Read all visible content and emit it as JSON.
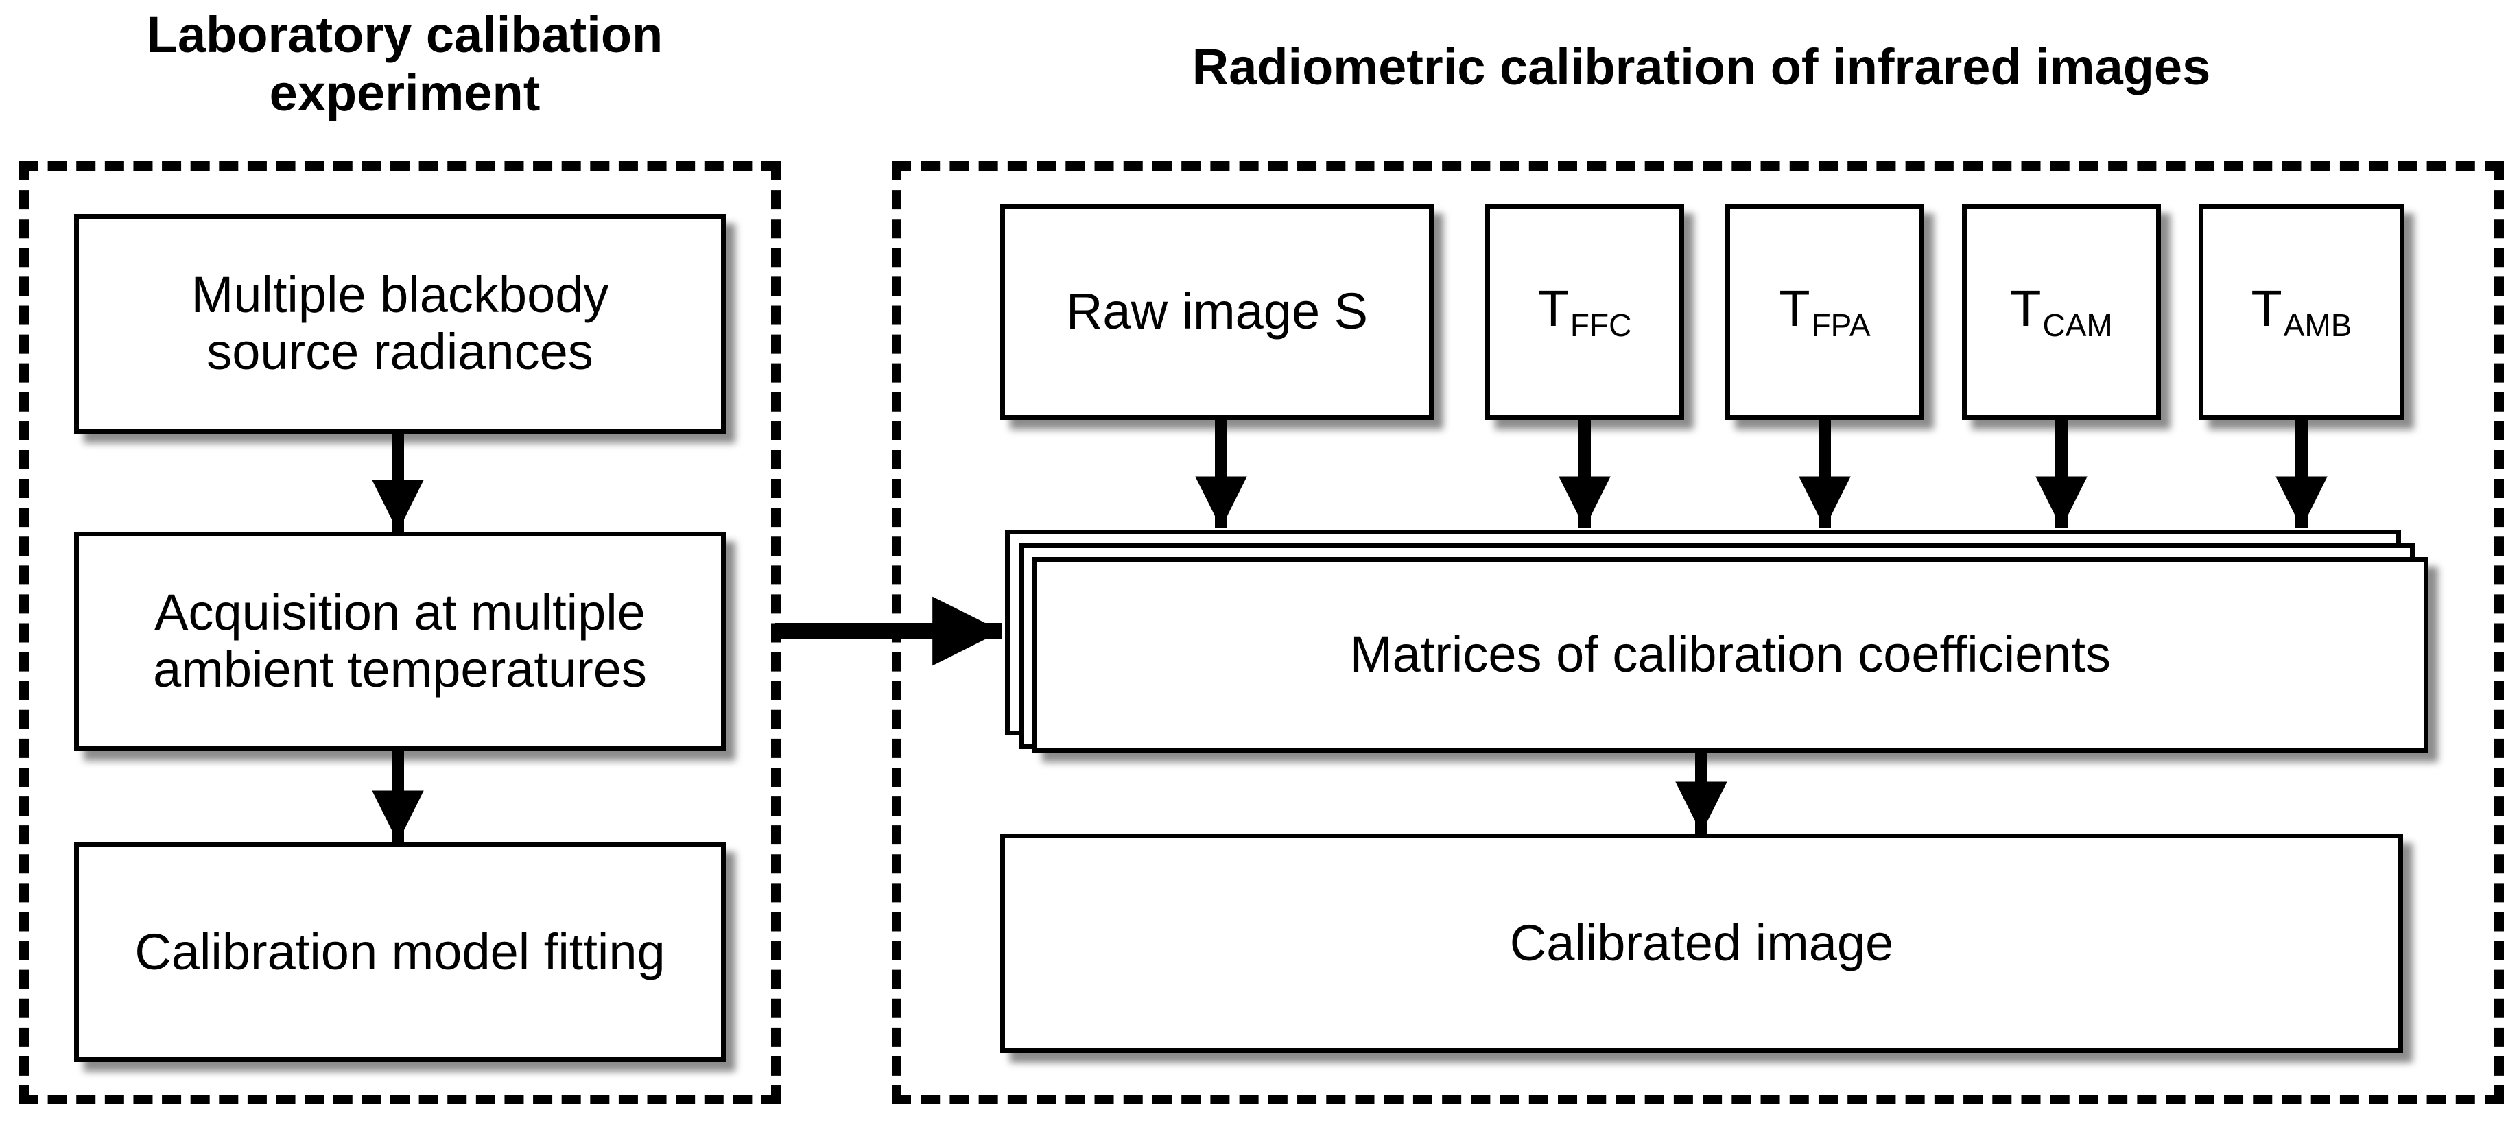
{
  "left_title_line1": "Laboratory calibation",
  "left_title_line2": "experiment",
  "right_title": "Radiometric calibration of infrared images",
  "lab": {
    "box1_line1": "Multiple blackbody",
    "box1_line2": "source radiances",
    "box2_line1": "Acquisition at multiple",
    "box2_line2": "ambient temperatures",
    "box3": "Calibration model fitting"
  },
  "inputs": {
    "raw": "Raw image S",
    "t_ffc_main": "T",
    "t_ffc_sub": "FFC",
    "t_fpa_main": "T",
    "t_fpa_sub": "FPA",
    "t_cam_main": "T",
    "t_cam_sub": "CAM",
    "t_amb_main": "T",
    "t_amb_sub": "AMB"
  },
  "matrices": "Matrices of calibration coefficients",
  "calibrated": "Calibrated image",
  "colors": {
    "stroke": "#000000",
    "background": "#ffffff"
  }
}
